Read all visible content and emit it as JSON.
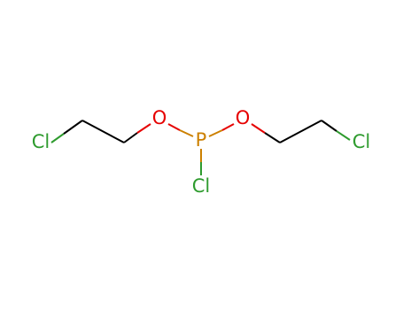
{
  "molecule": {
    "atoms": {
      "cl_left": {
        "label": "Cl"
      },
      "o_left": {
        "label": "O"
      },
      "p_center": {
        "label": "P"
      },
      "o_right": {
        "label": "O"
      },
      "cl_right": {
        "label": "Cl"
      },
      "cl_bottom": {
        "label": "Cl"
      }
    },
    "colors": {
      "chlorine": "#2e9b2e",
      "oxygen": "#e60000",
      "phosphorus": "#cc8000",
      "carbon": "#000000"
    }
  }
}
